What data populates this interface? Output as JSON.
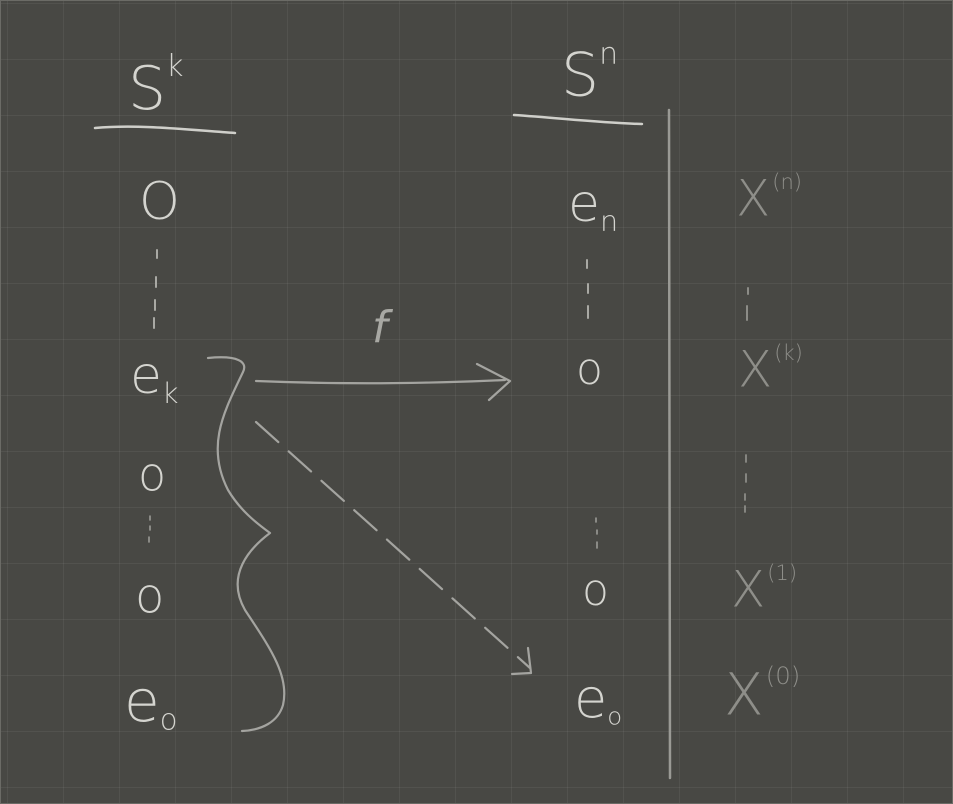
{
  "left_column": {
    "header": {
      "base": "S",
      "exp": "k"
    },
    "cells": [
      {
        "base": "O",
        "sub": ""
      },
      {
        "base": "e",
        "sub": "k"
      },
      {
        "base": "o",
        "sub": ""
      },
      {
        "base": "o",
        "sub": ""
      },
      {
        "base": "e",
        "sub": "o"
      }
    ]
  },
  "right_column": {
    "header": {
      "base": "S",
      "exp": "n"
    },
    "cells": [
      {
        "base": "e",
        "sub": "n"
      },
      {
        "base": "o",
        "sub": ""
      },
      {
        "base": "o",
        "sub": ""
      },
      {
        "base": "e",
        "sub": "o"
      }
    ]
  },
  "skeleton_column": {
    "labels": [
      {
        "base": "X",
        "exp": "(n)"
      },
      {
        "base": "X",
        "exp": "(k)"
      },
      {
        "base": "X",
        "exp": "(1)"
      },
      {
        "base": "X",
        "exp": "(0)"
      }
    ]
  },
  "map_label": "f",
  "colors": {
    "board": "#484844",
    "chalk": "#d4d4cf",
    "chalk_dim": "#9e9e99"
  }
}
